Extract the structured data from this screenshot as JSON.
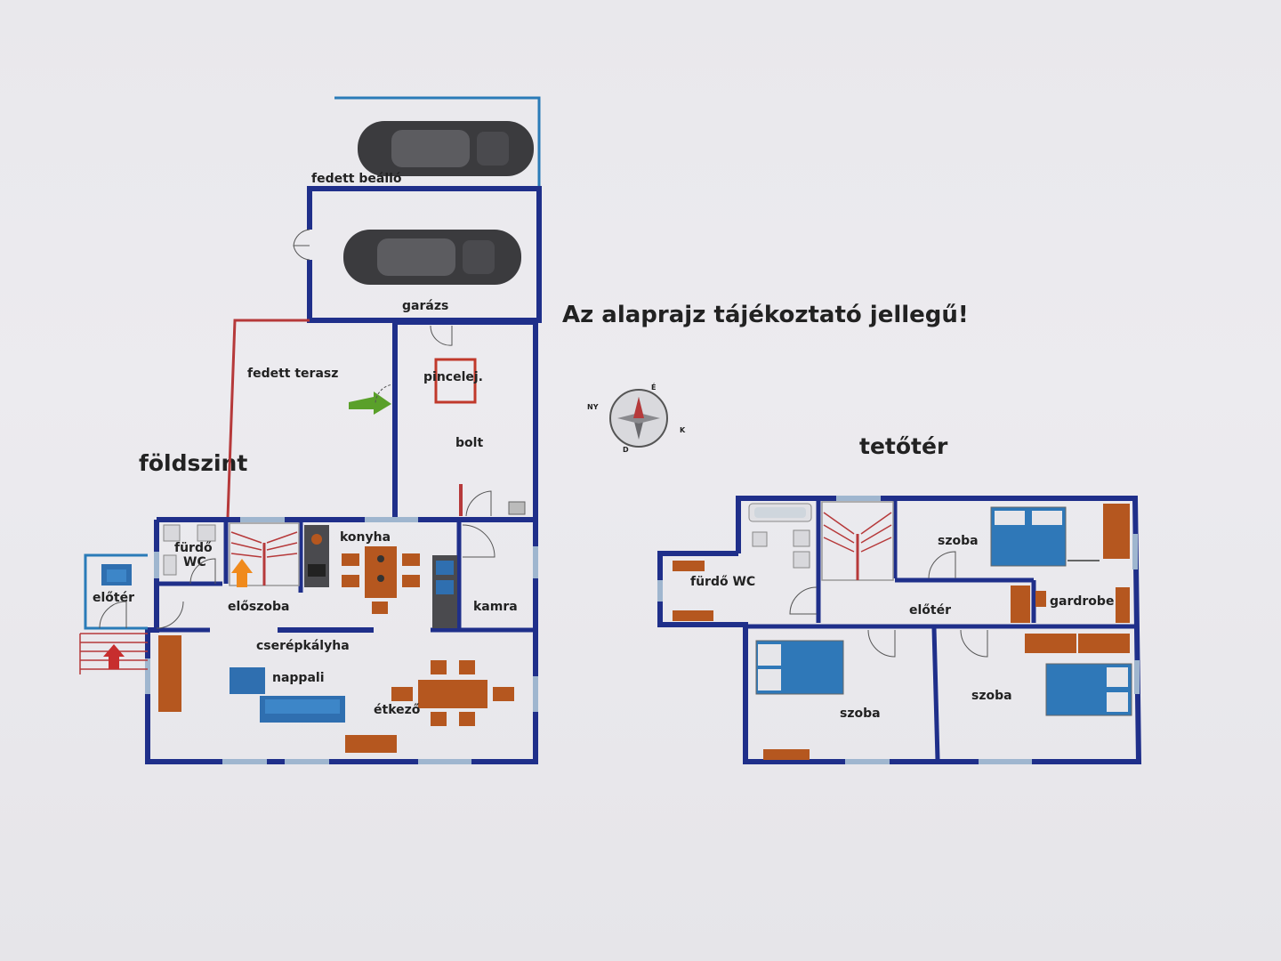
{
  "notice": "Az alaprajz tájékoztató jellegű!",
  "ground_floor": {
    "title": "földszint",
    "rooms": {
      "covered_parking": "fedett beálló",
      "garage": "garázs",
      "covered_terrace": "fedett terasz",
      "cellar_entrance": "pincelej.",
      "shop": "bolt",
      "bathroom": "fürdő",
      "wc": "WC",
      "kitchen": "konyha",
      "pantry": "kamra",
      "entrance": "előtér",
      "hall": "előszoba",
      "tile_stove": "cserépkályha",
      "living_room": "nappali",
      "dining": "étkező"
    }
  },
  "attic": {
    "title": "tetőtér",
    "rooms": {
      "bathroom_wc": "fürdő WC",
      "room_1": "szoba",
      "wardrobe": "gardrobe",
      "hall": "előtér",
      "room_2": "szoba",
      "room_3": "szoba"
    }
  },
  "compass": {
    "n": "É",
    "s": "D",
    "e": "K",
    "w": "NY"
  },
  "colors": {
    "wall": "#1f2f8a",
    "window": "#9fb6cf",
    "terrace_wall": "#b6393a",
    "furniture_wood": "#b5571f",
    "bed_blue": "#2f78b8",
    "sofa_blue": "#2f6fb0",
    "stair_arrow_red": "#c72e2e",
    "stair_arrow_orange": "#f08a1c",
    "door_arrow_green": "#5aa02a"
  }
}
